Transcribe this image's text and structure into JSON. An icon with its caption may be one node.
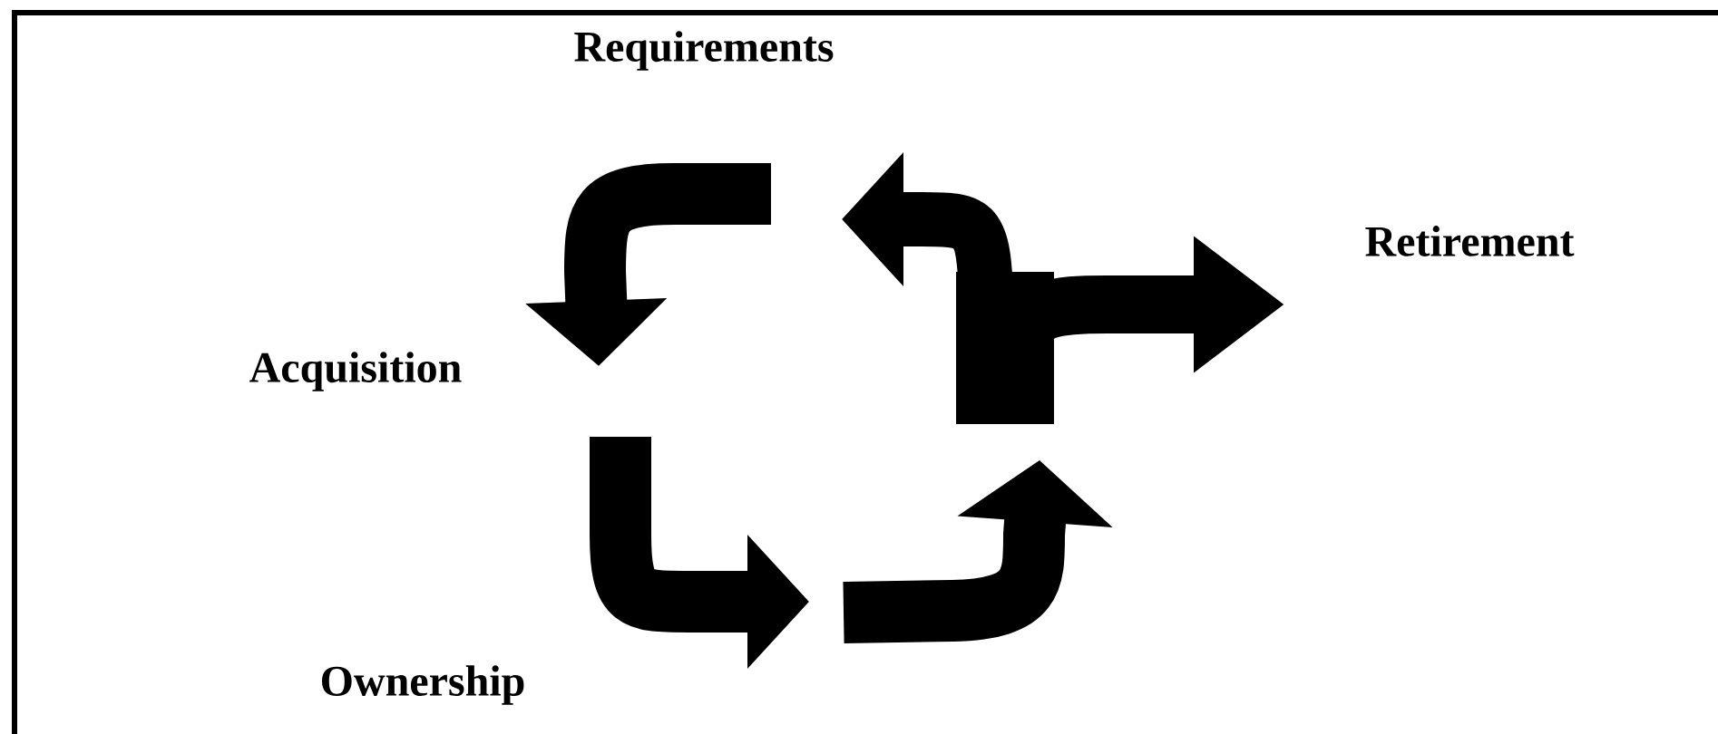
{
  "diagram": {
    "labels": [
      "Requirements",
      "Acquisition",
      "Ownership",
      "Retirement"
    ]
  }
}
